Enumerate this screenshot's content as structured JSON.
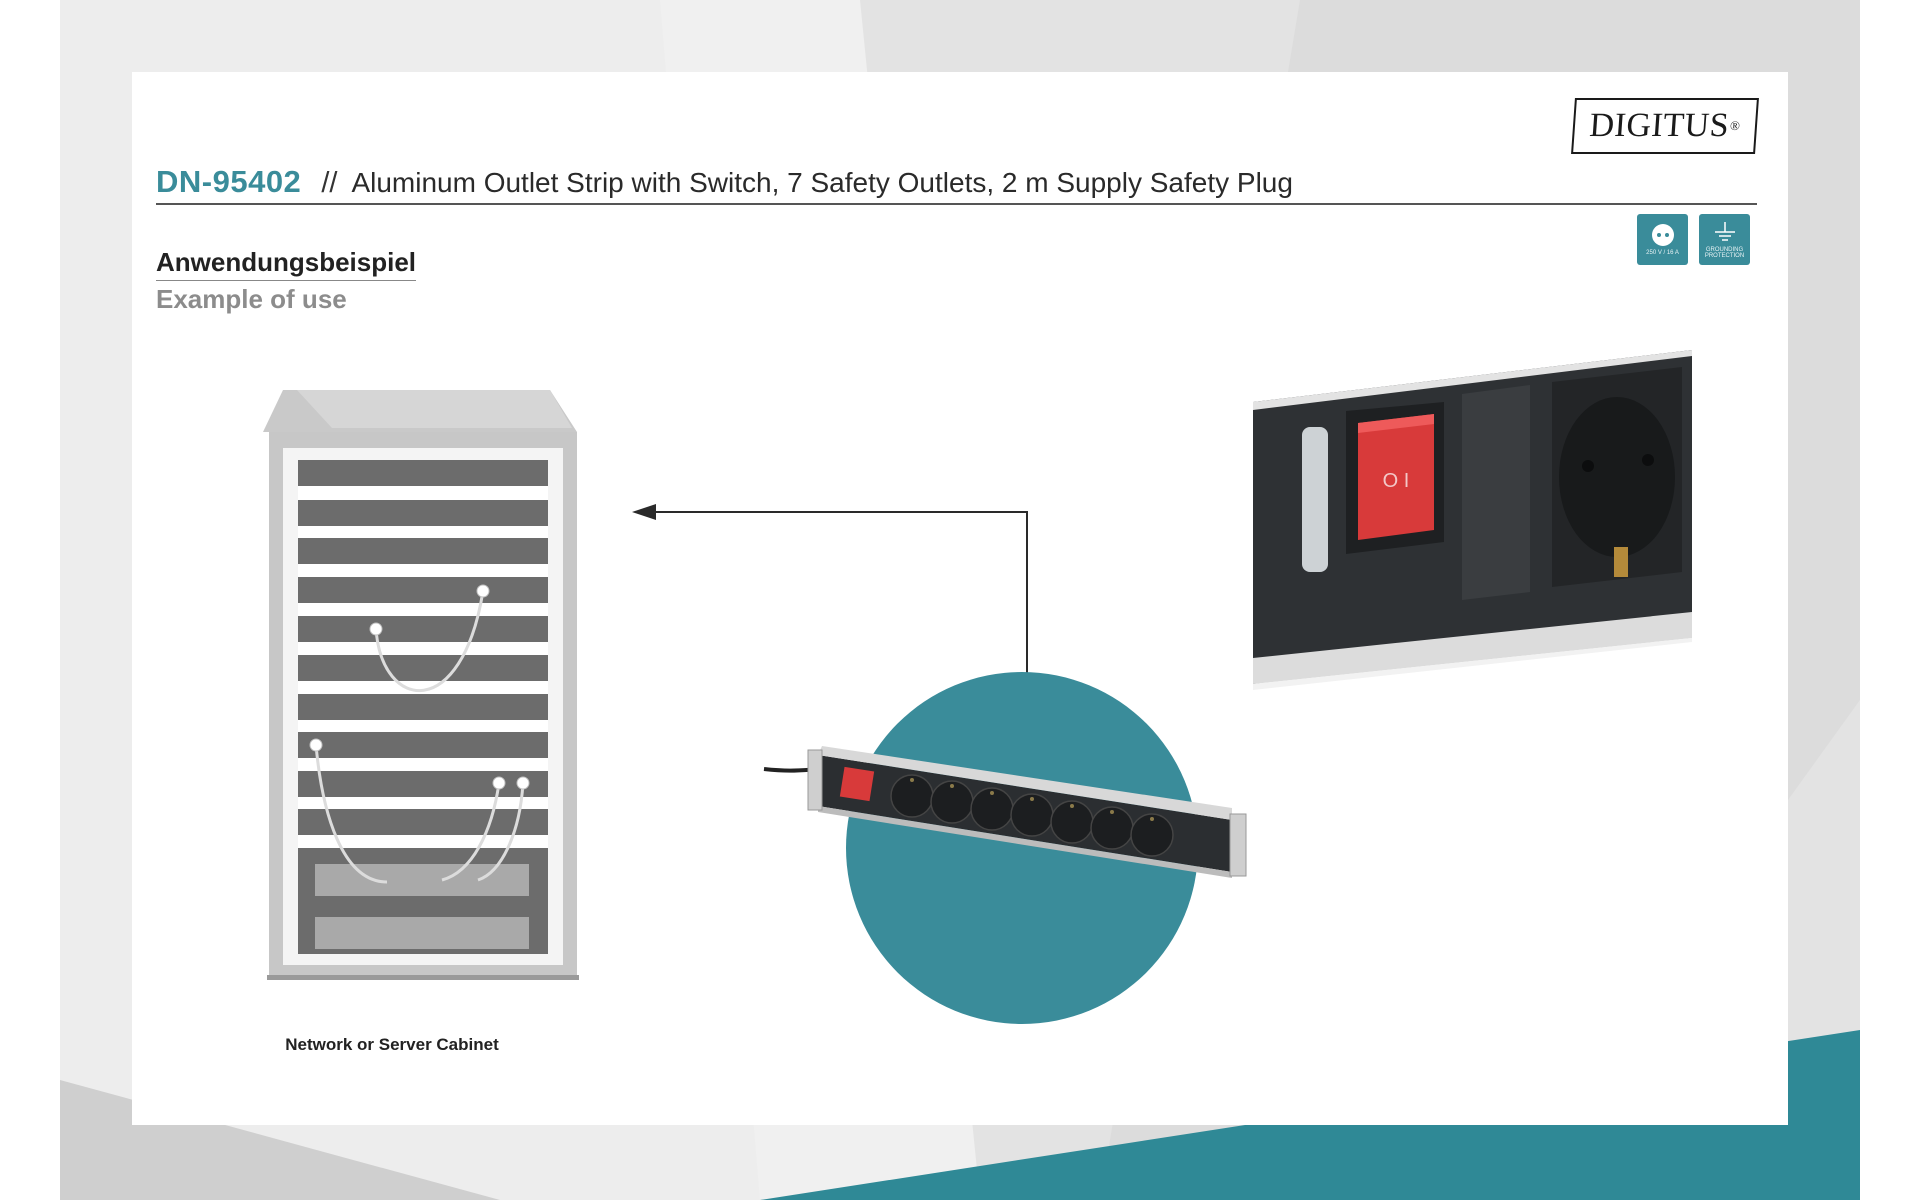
{
  "brand": {
    "name": "DIGITUS",
    "reg_mark": "®"
  },
  "header": {
    "product_code": "DN-95402",
    "separator": "//",
    "title": "Aluminum Outlet Strip with Switch, 7 Safety Outlets, 2 m Supply Safety Plug"
  },
  "badges": [
    {
      "icon": "outlet-icon",
      "text": "250 V / 16 A"
    },
    {
      "icon": "grounding-icon",
      "text": "GROUNDING PROTECTION"
    }
  ],
  "section": {
    "heading_de": "Anwendungsbeispiel",
    "heading_en": "Example of use"
  },
  "cabinet": {
    "caption": "Network or Server Cabinet"
  },
  "switch_closeup": {
    "switch_label": "O   I"
  },
  "colors": {
    "accent": "#3a8c9a",
    "cabinet_frame": "#c7c7c7",
    "cabinet_shelf": "#6c6c6c",
    "switch_red": "#d83a3a",
    "strip_black": "#2b2e31"
  },
  "strip": {
    "outlet_count": 7
  }
}
